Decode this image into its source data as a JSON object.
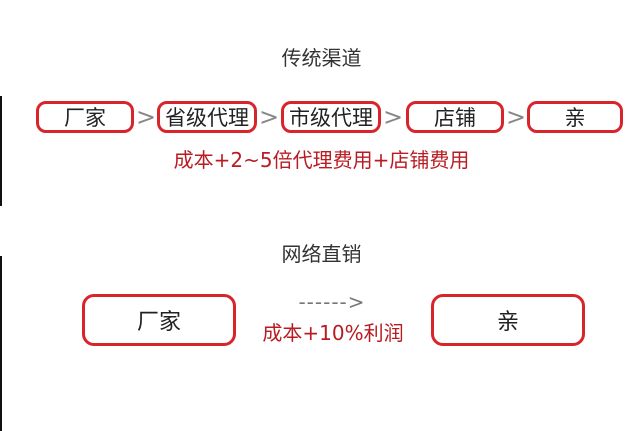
{
  "traditional": {
    "title": "传统渠道",
    "nodes": [
      "厂家",
      "省级代理",
      "市级代理",
      "店铺",
      "亲"
    ],
    "separator": ">",
    "cost": "成本+2~5倍代理费用+店铺费用"
  },
  "online": {
    "title": "网络直销",
    "source": "厂家",
    "target": "亲",
    "arrow": "------>",
    "cost": "成本+10%利润"
  },
  "colors": {
    "box_border": "#d8242b",
    "cost_text": "#b81c22",
    "separator": "#888888"
  }
}
